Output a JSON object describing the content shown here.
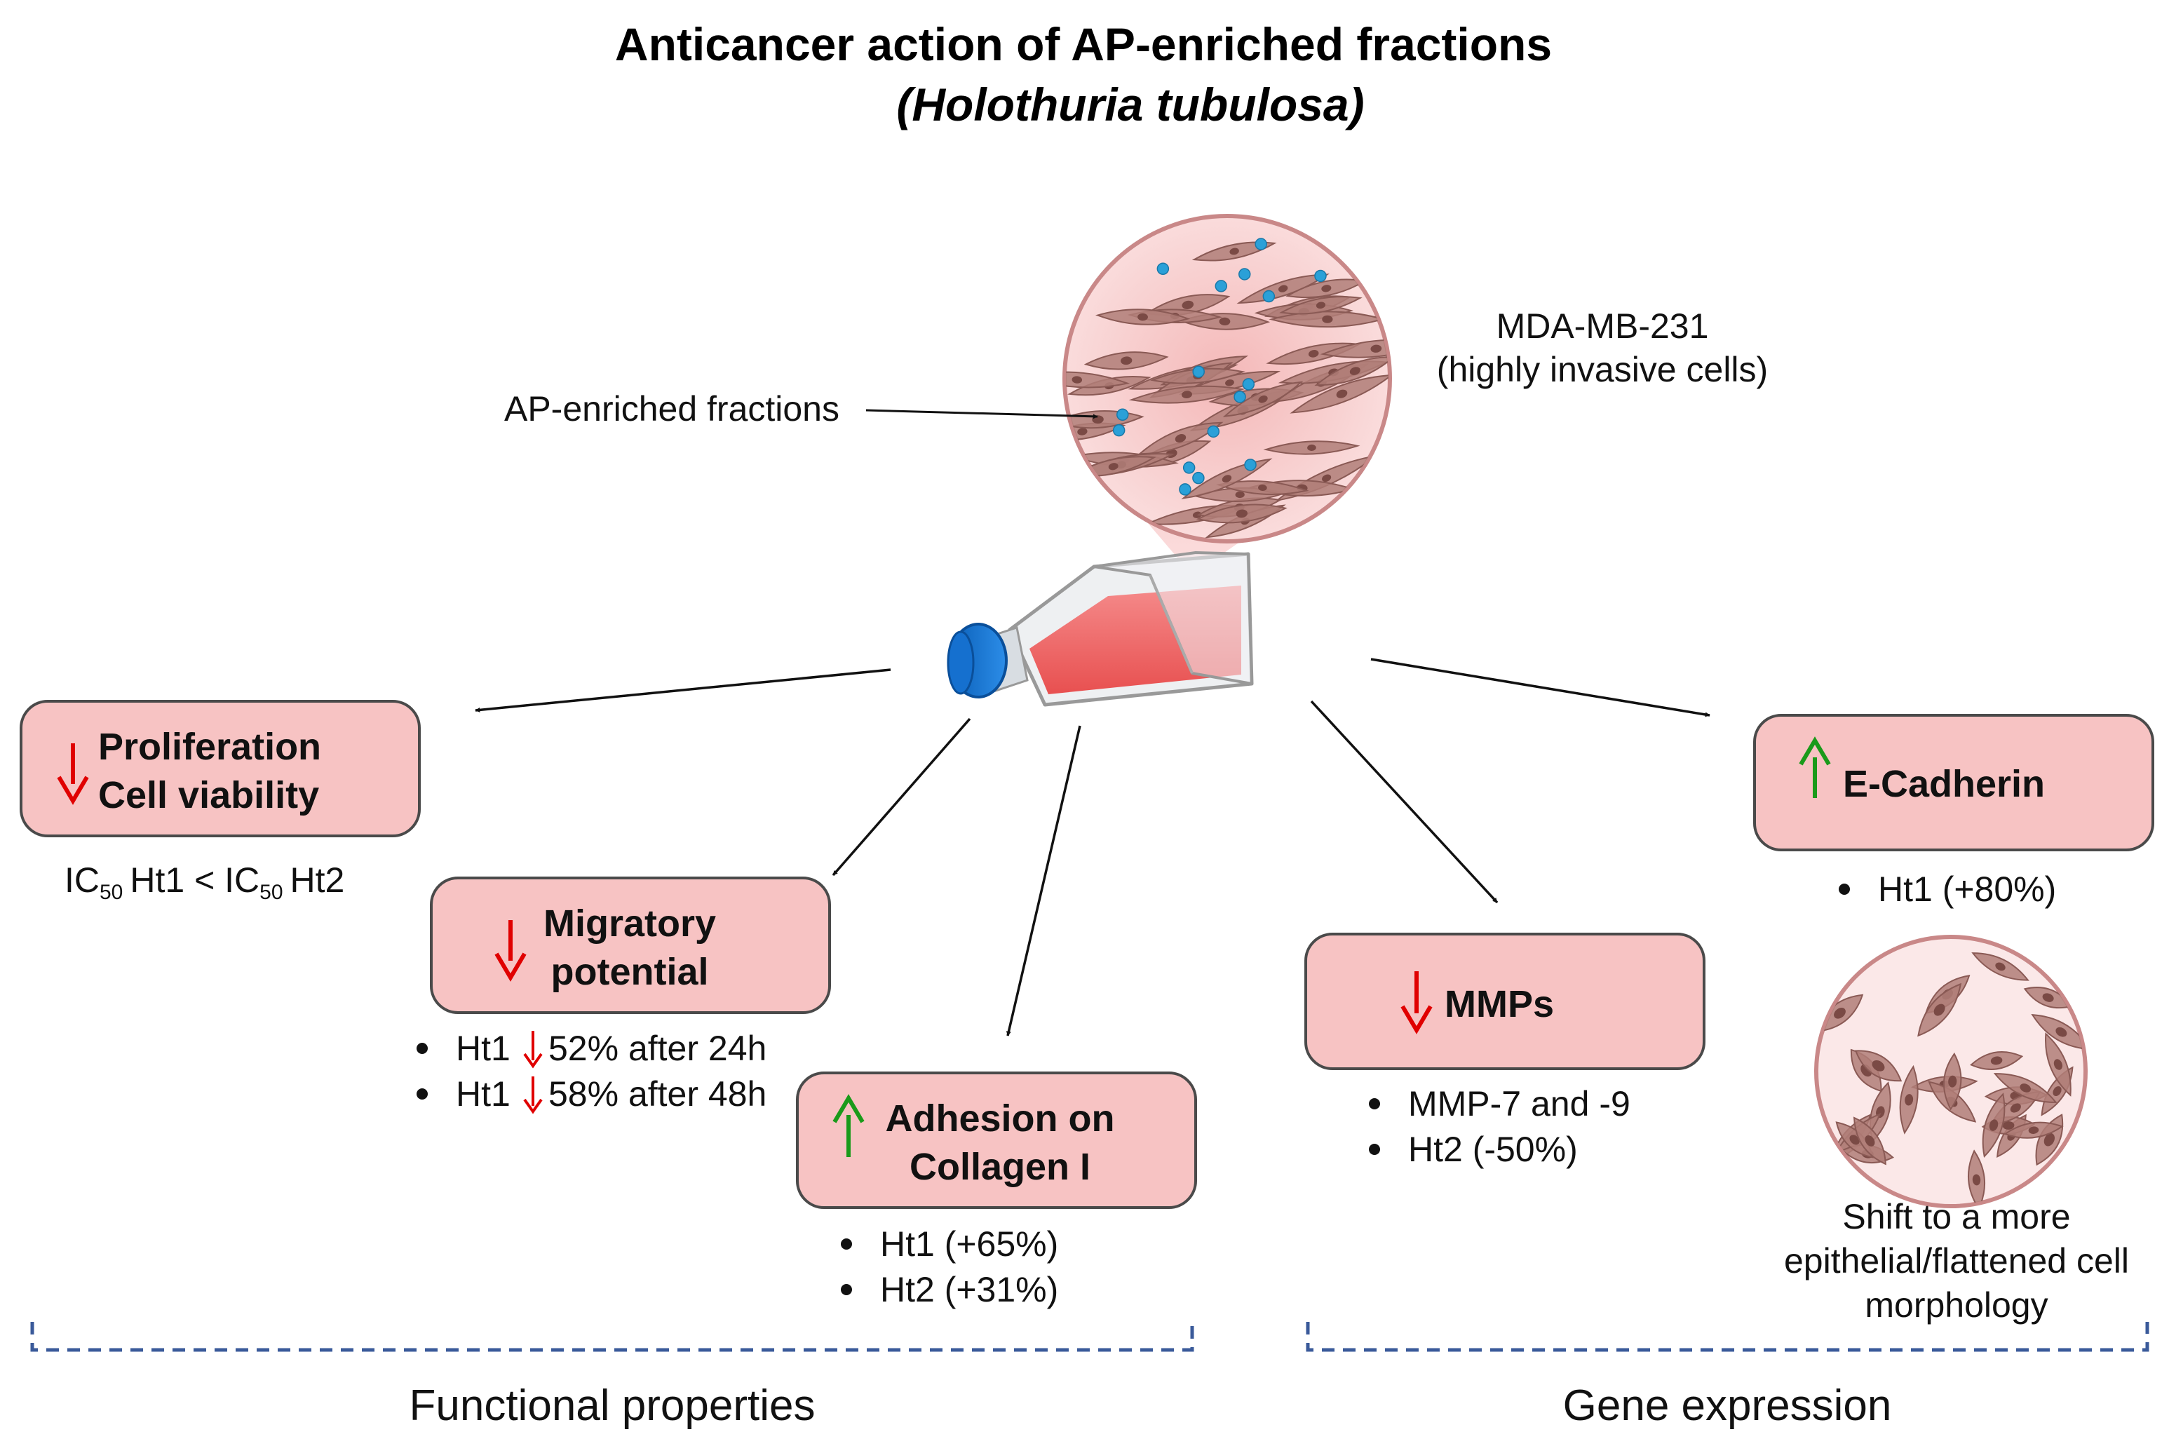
{
  "title": {
    "line1": "Anticancer action of AP-enriched fractions",
    "line2": "(Holothuria tubulosa)"
  },
  "cell_line": {
    "name": "MDA-MB-231",
    "description": "(highly invasive cells)"
  },
  "treatment_label": "AP-enriched fractions",
  "effects": {
    "proliferation": {
      "line1": "Proliferation",
      "line2": "Cell viability",
      "note": {
        "a": "IC",
        "a_sub": "50",
        "b": "Ht1 < IC",
        "b_sub": "50",
        "c": "Ht2"
      }
    },
    "migratory": {
      "line1": "Migratory",
      "line2": "potential",
      "bullets": [
        {
          "pre": "Ht1",
          "post": "52% after 24h"
        },
        {
          "pre": "Ht1",
          "post": "58% after 48h"
        }
      ]
    },
    "adhesion": {
      "line1": "Adhesion on",
      "line2": "Collagen I",
      "bullets": [
        "Ht1 (+65%)",
        "Ht2 (+31%)"
      ]
    },
    "mmps": {
      "label": "MMPs",
      "bullets": [
        "MMP-7 and -9",
        "Ht2 (-50%)"
      ]
    },
    "ecadherin": {
      "label": "E-Cadherin",
      "bullets": [
        "Ht1 (+80%)"
      ],
      "morphology": [
        "Shift to a more",
        "epithelial/flattened cell",
        "morphology"
      ]
    }
  },
  "sections": {
    "functional": "Functional properties",
    "gene": "Gene expression"
  },
  "colors": {
    "box_fill": "#f7c3c3",
    "box_stroke": "#4a4a4a",
    "down_arrow": "#e00000",
    "up_arrow": "#1a9a1a",
    "dot": "#2aa0d8",
    "cell": "#b07e78",
    "bracket": "#3a5a9a"
  }
}
